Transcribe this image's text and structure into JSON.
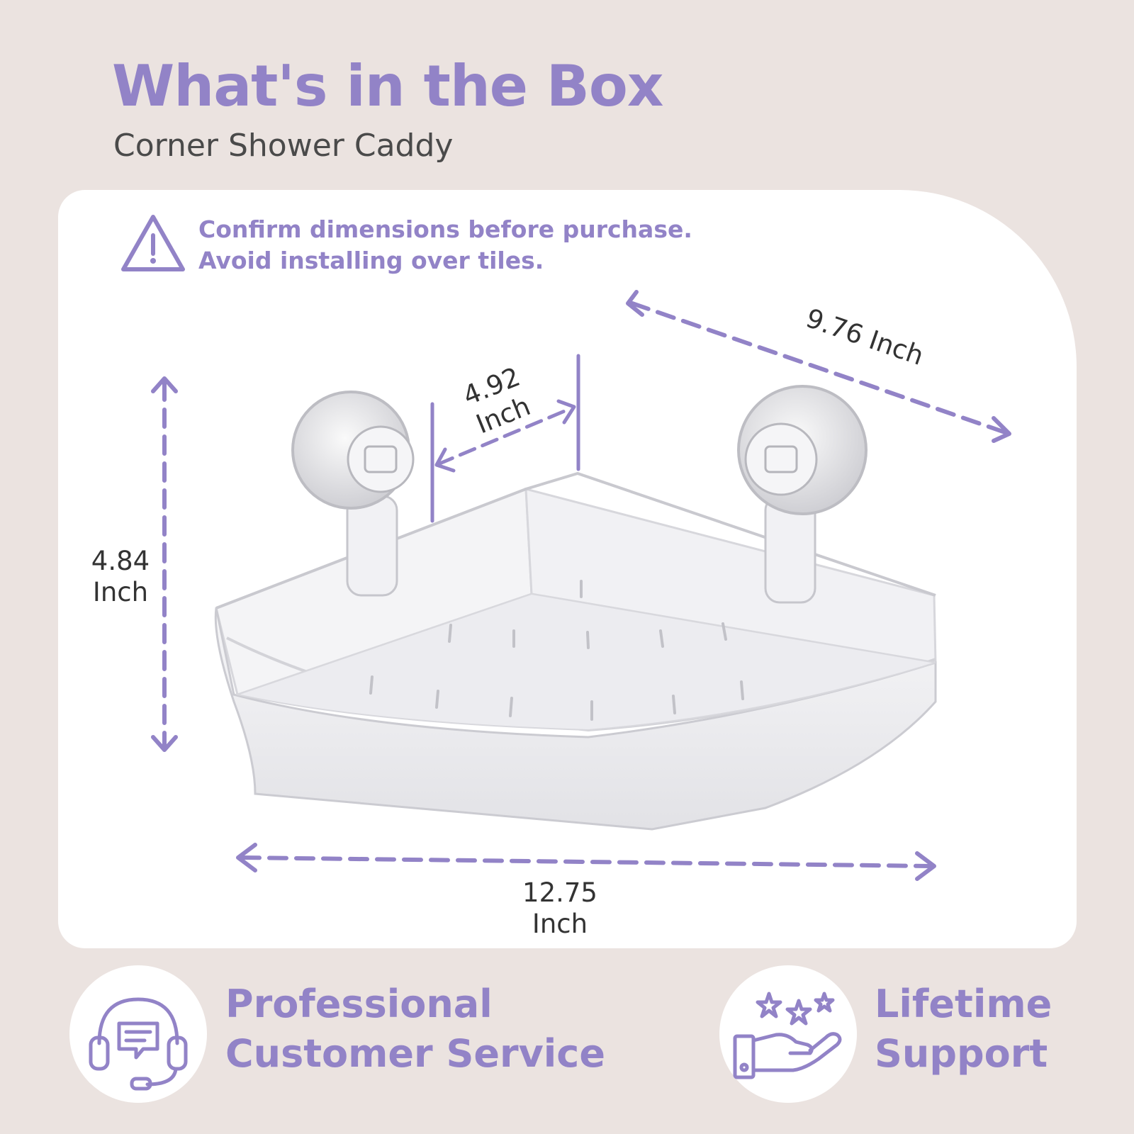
{
  "header": {
    "title": "What's in the Box",
    "subtitle": "Corner Shower Caddy"
  },
  "warning": {
    "icon": "warning-triangle-icon",
    "line1": "Confirm dimensions before purchase.",
    "line2": "Avoid installing over tiles."
  },
  "dimensions": {
    "width": {
      "value": "12.75",
      "unit": "Inch"
    },
    "height": {
      "value": "4.84",
      "unit": "Inch"
    },
    "depth": {
      "value": "4.92",
      "unit": "Inch"
    },
    "side": {
      "label": "9.76 Inch"
    }
  },
  "features": [
    {
      "icon": "headset-chat-icon",
      "line1": "Professional",
      "line2": "Customer Service"
    },
    {
      "icon": "hand-stars-icon",
      "line1": "Lifetime",
      "line2": "Support"
    }
  ],
  "colors": {
    "accent": "#9283c7",
    "background": "#ebe3e0",
    "card": "#ffffff",
    "text": "#333333"
  }
}
